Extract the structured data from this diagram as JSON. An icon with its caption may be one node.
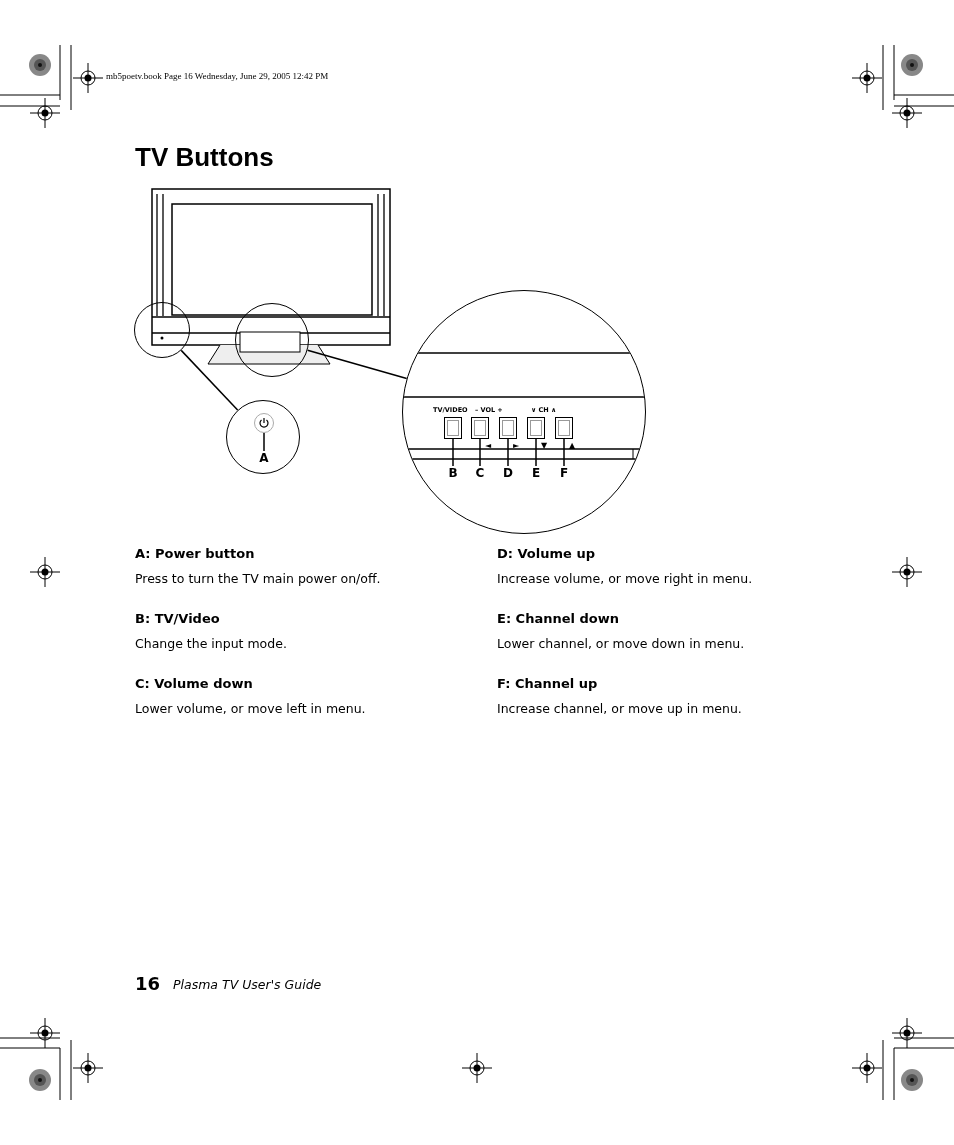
{
  "diagram": {
    "title": "TV Buttons",
    "nodes": [
      {
        "text": [],
        "shape": "picture"
      },
      {
        "text": [],
        "shape": "circle"
      },
      {
        "text": [],
        "shape": "circle"
      },
      {
        "text": [],
        "shape": "circle"
      },
      {
        "text": [],
        "shape": "circle"
      },
      {
        "text": [],
        "shape": "circle",
        "in": 3
      },
      {
        "text": [
          "A"
        ],
        "in": 3
      },
      {
        "text": [],
        "shape": "box",
        "in": 4
      },
      {
        "text": [],
        "shape": "box",
        "in": 4
      },
      {
        "text": [],
        "shape": "box",
        "in": 4
      },
      {
        "text": [],
        "shape": "box",
        "in": 4
      },
      {
        "text": [],
        "shape": "box",
        "in": 4
      },
      {
        "text": [
          "B"
        ],
        "in": 4
      },
      {
        "text": [
          "C"
        ],
        "in": 4
      },
      {
        "text": [
          "D"
        ],
        "in": 4
      },
      {
        "text": [
          "E"
        ],
        "in": 4
      },
      {
        "text": [
          "F"
        ],
        "in": 4
      }
    ],
    "edges": [
      {
        "from": 1,
        "to": 3,
        "arrow": "none"
      },
      {
        "from": 2,
        "to": 4,
        "arrow": "none"
      },
      {
        "from": 6,
        "to": 5,
        "arrow": "none"
      },
      {
        "from": 12,
        "to": 7,
        "arrow": "none"
      },
      {
        "from": 13,
        "to": 8,
        "arrow": "none"
      },
      {
        "from": 14,
        "to": 9,
        "arrow": "none"
      },
      {
        "from": 15,
        "to": 10,
        "arrow": "none"
      },
      {
        "from": 16,
        "to": 11,
        "arrow": "none"
      }
    ],
    "labels": [
      "mb5poetv.book  Page 16  Wednesday, June 29, 2005  12:42 PM",
      "TV/VIDEO",
      "– VOL +",
      "∨ CH ∧",
      "◄",
      "►",
      "▼",
      "▲",
      "A: Power button",
      "Press to turn the TV main power on/off.",
      "B: TV/Video",
      "Change the input mode.",
      "C: Volume down",
      "Lower volume, or move left in menu.",
      "D: Volume up",
      "Increase volume, or move right in menu.",
      "E: Channel down",
      "Lower channel, or move down in menu.",
      "F: Channel up",
      "Increase channel, or move up in menu.",
      "16",
      "Plasma TV User's Guide"
    ]
  }
}
